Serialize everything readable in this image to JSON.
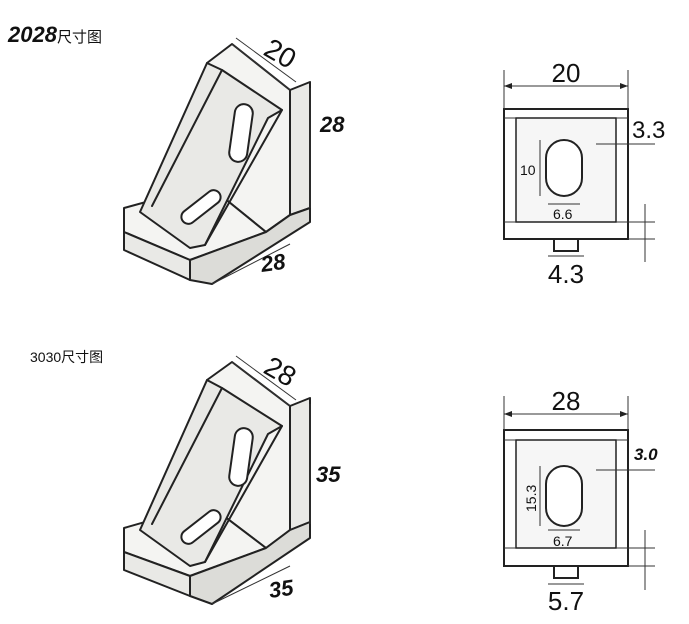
{
  "sections": [
    {
      "title_bold": "2028",
      "title_suffix": "尺寸图",
      "iso_top": "20",
      "iso_right": "28",
      "iso_bottom": "28",
      "front_width": "20",
      "front_side": "3.3",
      "front_slot_height": "10",
      "front_slot_width": "6.6",
      "front_base": "4.3"
    },
    {
      "title_plain": "3030尺寸图",
      "iso_top": "28",
      "iso_right": "35",
      "iso_bottom": "35",
      "front_width": "28",
      "front_side": "3.0",
      "front_slot_height": "15.3",
      "front_slot_width": "6.7",
      "front_base": "5.7"
    }
  ]
}
